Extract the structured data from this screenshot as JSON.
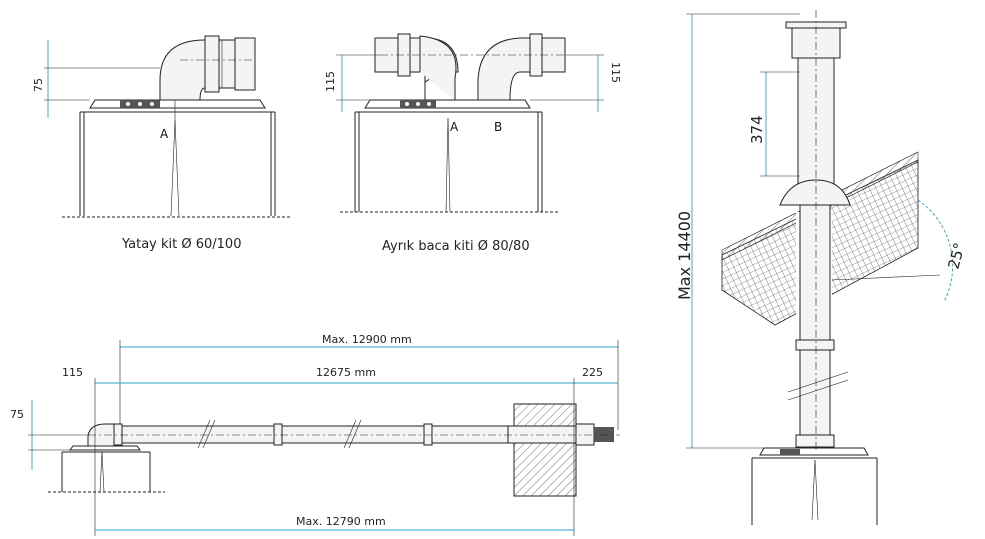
{
  "captions": {
    "horizontal_kit": "Yatay kit Ø 60/100",
    "split_kit": "Ayrık baca kiti Ø 80/80"
  },
  "labels": {
    "a1": "A",
    "a2": "A",
    "b": "B"
  },
  "dimensions": {
    "d75_top": "75",
    "d115_left": "115",
    "d115_right": "115",
    "d374": "374",
    "max_14400": "Max 14400",
    "angle_25": "25°",
    "max_12900": "Max. 12900 mm",
    "d115_bottom": "115",
    "d12675": "12675 mm",
    "d225": "225",
    "d75_bottom": "75",
    "max_12790": "Max. 12790 mm"
  },
  "colors": {
    "dimension_line": "#2aa3c8",
    "drawing_line": "#222222"
  }
}
